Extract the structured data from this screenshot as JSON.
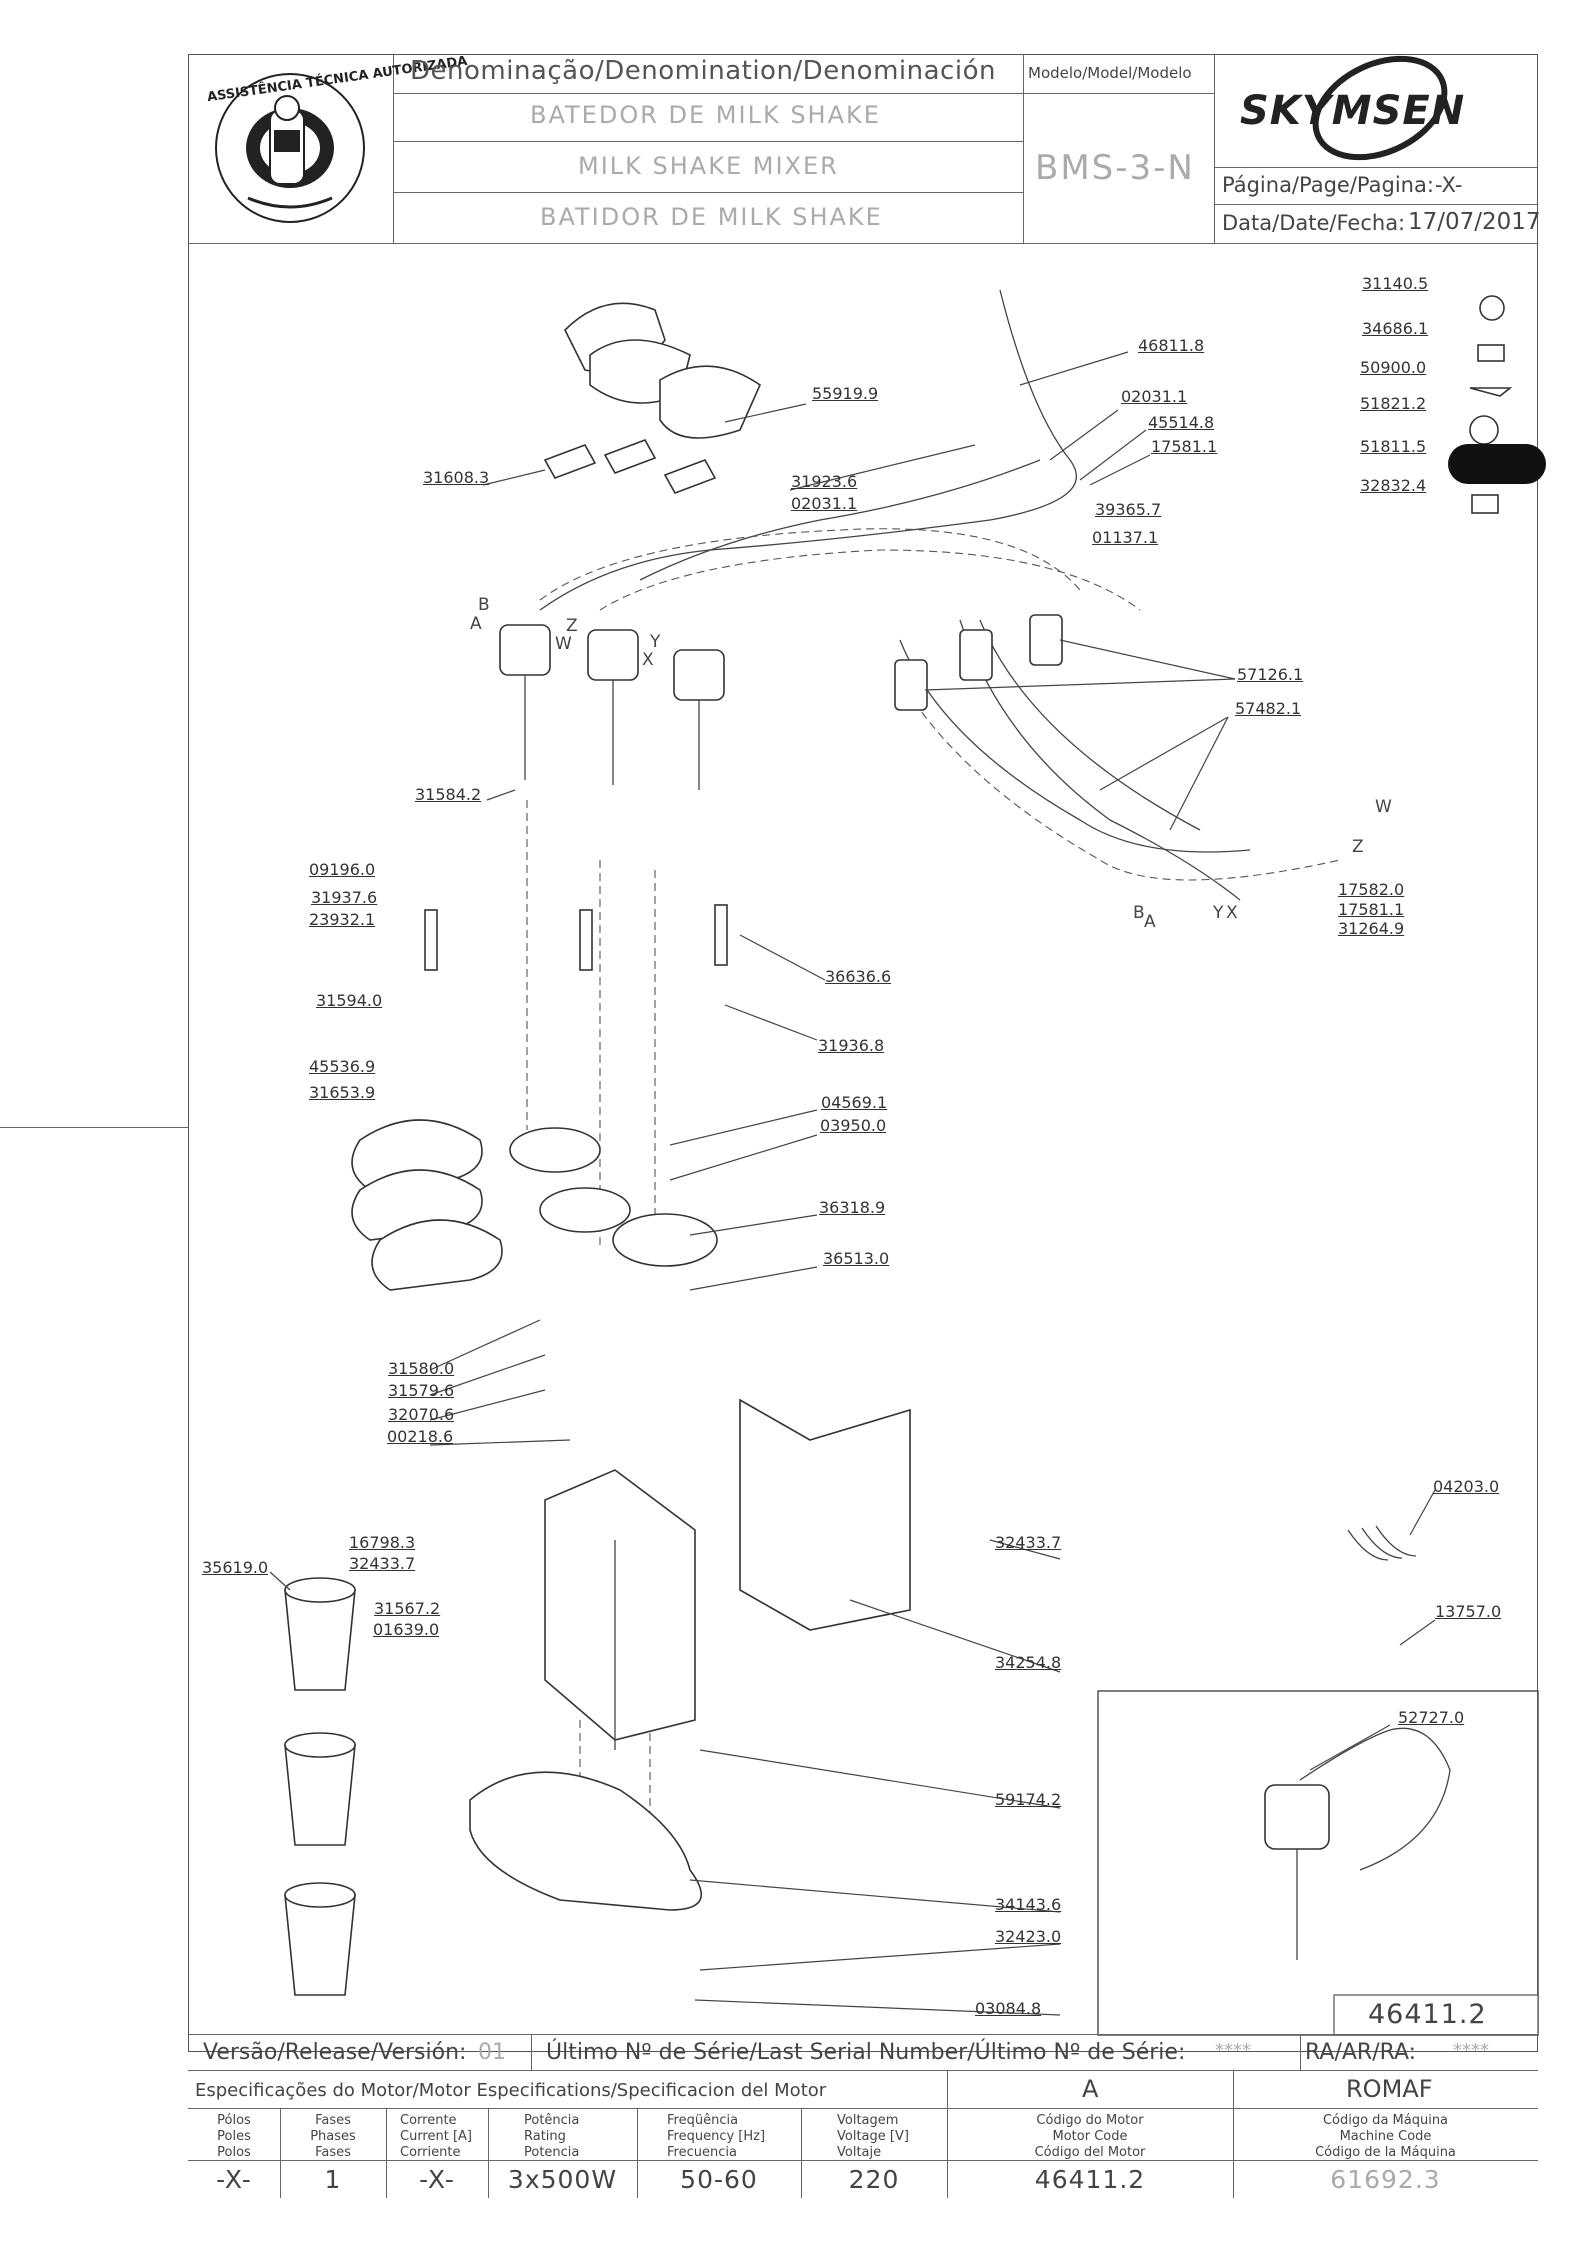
{
  "header": {
    "denomination_title": "Denominação/Denomination/Denominación",
    "name_pt": "BATEDOR DE MILK SHAKE",
    "name_en": "MILK SHAKE MIXER",
    "name_es": "BATIDOR DE MILK SHAKE",
    "model_title": "Modelo/Model/Modelo",
    "model_code": "BMS-3-N",
    "brand": "SKYMSEN",
    "page_label": "Página/Page/Pagina:",
    "page_value": "-X-",
    "date_label": "Data/Date/Fecha:",
    "date_value": "17/07/2017",
    "seal_text": "ASSISTÊNCIA TÉCNICA AUTORIZADA"
  },
  "parts": {
    "p55919": "55919.9",
    "p31608": "31608.3",
    "p31923": "31923.6",
    "p02031a": "02031.1",
    "p46811": "46811.8",
    "p02031b": "02031.1",
    "p45514": "45514.8",
    "p17581a": "17581.1",
    "p39365": "39365.7",
    "p01137": "01137.1",
    "p31140": "31140.5",
    "p34686": "34686.1",
    "p50900": "50900.0",
    "p51821": "51821.2",
    "p51811": "51811.5",
    "p32832": "32832.4",
    "p57126": "57126.1",
    "p57482": "57482.1",
    "p31584": "31584.2",
    "p09196": "09196.0",
    "p31937": "31937.6",
    "p23932": "23932.1",
    "p31594": "31594.0",
    "p45536": "45536.9",
    "p31653": "31653.9",
    "p36636": "36636.6",
    "p31936": "31936.8",
    "p04569": "04569.1",
    "p03950": "03950.0",
    "p36318": "36318.9",
    "p36513": "36513.0",
    "p31580": "31580.0",
    "p31579": "31579.6",
    "p32070": "32070.6",
    "p00218": "00218.6",
    "p17582": "17582.0",
    "p17581b": "17581.1",
    "p31264": "31264.9",
    "p16798": "16798.3",
    "p32433a": "32433.7",
    "p35619": "35619.0",
    "p31567": "31567.2",
    "p01639": "01639.0",
    "p32433b": "32433.7",
    "p04203": "04203.0",
    "p13757": "13757.0",
    "p34254": "34254.8",
    "p59174": "59174.2",
    "p34143": "34143.6",
    "p32423": "32423.0",
    "p03084": "03084.8",
    "p52727": "52727.0"
  },
  "wire_letters": {
    "A1": "A",
    "B1": "B",
    "W1": "W",
    "Z1": "Z",
    "X1": "X",
    "Y1": "Y",
    "W2": "W",
    "Z2": "Z",
    "B2": "B",
    "A2": "A",
    "Y2": "Y",
    "X2": "X"
  },
  "detail_box": {
    "code": "46411.2"
  },
  "footer": {
    "version_label": "Versão/Release/Versión:",
    "version_value": "01",
    "serial_label": "Último Nº de Série/Last Serial Number/Último Nº de Série:",
    "serial_value": "****",
    "ra_label": "RA/AR/RA:",
    "ra_value": "****",
    "spec_label": "Especificações do Motor/Motor Especifications/Specificacion del Motor",
    "spec_letter": "A",
    "spec_maker": "ROMAF",
    "columns": [
      {
        "h1": "Pólos",
        "h2": "Poles",
        "h3": "Polos",
        "value": "-X-"
      },
      {
        "h1": "Fases",
        "h2": "Phases",
        "h3": "Fases",
        "value": "1"
      },
      {
        "h1": "Corrente",
        "h2": "Current [A]",
        "h3": "Corriente",
        "value": "-X-"
      },
      {
        "h1": "Potência",
        "h2": "Rating",
        "h3": "Potencia",
        "value": "3x500W"
      },
      {
        "h1": "Freqüência",
        "h2": "Frequency [Hz]",
        "h3": "Frecuencia",
        "value": "50-60"
      },
      {
        "h1": "Voltagem",
        "h2": "Voltage [V]",
        "h3": "Voltaje",
        "value": "220"
      },
      {
        "h1": "Código do Motor",
        "h2": "Motor Code",
        "h3": "Código del Motor",
        "value": "46411.2"
      },
      {
        "h1": "Código da Máquina",
        "h2": "Machine Code",
        "h3": "Código de la Máquina",
        "value": "61692.3"
      }
    ]
  }
}
